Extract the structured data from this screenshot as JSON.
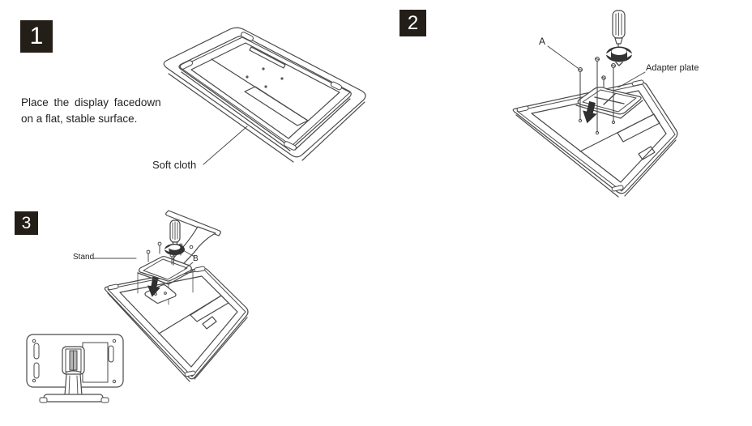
{
  "colors": {
    "line": "#4a4a4a",
    "dark_fill": "#2f2f2f",
    "badge_bg": "#241e19",
    "badge_text": "#ffffff",
    "text": "#231f20"
  },
  "steps": [
    {
      "number": "1",
      "instruction_line1": "Place the display facedown",
      "instruction_line2": "on a flat, stable surface.",
      "labels": {
        "soft_cloth": "Soft cloth"
      }
    },
    {
      "number": "2",
      "labels": {
        "screws": "A",
        "adapter_plate": "Adapter plate"
      }
    },
    {
      "number": "3",
      "labels": {
        "stand": "Stand",
        "screws": "B"
      }
    }
  ]
}
